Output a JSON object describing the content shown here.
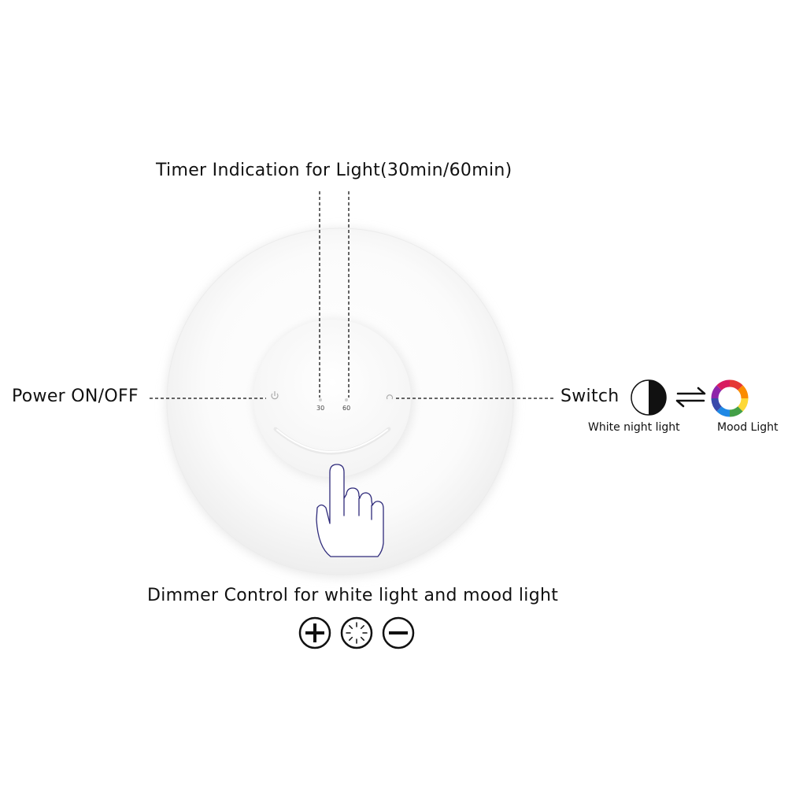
{
  "labels": {
    "timer": "Timer Indication for Light(30min/60min)",
    "power": "Power ON/OFF",
    "switch": "Switch",
    "white_night_light": "White night light",
    "mood_light": "Mood Light",
    "dimmer": "Dimmer Control for white light and mood light",
    "timer_30": "30",
    "timer_60": "60"
  },
  "colors": {
    "text": "#111111",
    "lamp_rim": "#f2f2f2",
    "hand_outline": "#2e2a7a",
    "mood_ring": [
      "#e53935",
      "#fb8c00",
      "#fdd835",
      "#43a047",
      "#1e88e5",
      "#3949ab",
      "#8e24aa",
      "#d81b60"
    ]
  },
  "icons": {
    "power": "power-icon",
    "switch": "switch-icon",
    "plus": "plus-icon",
    "brightness": "brightness-icon",
    "minus": "minus-icon",
    "finger": "finger-tap-icon",
    "arrows": "swap-arrows-icon"
  }
}
